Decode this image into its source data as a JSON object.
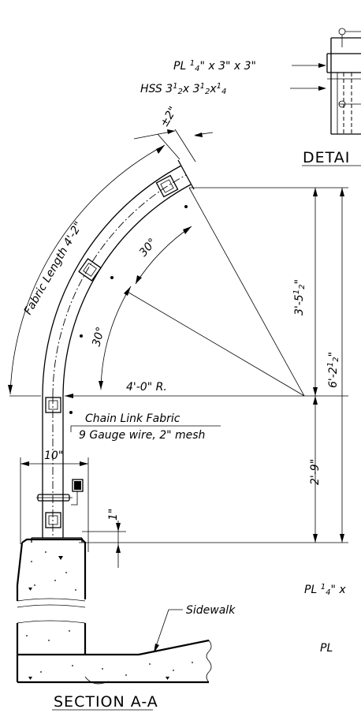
{
  "labels": {
    "plate_top": "PL 1/4\" x 3\" x 3\"",
    "hss": "HSS 3 1/2 x 3 1/2 x 1/4",
    "detail_title": "DETAI",
    "clearance": "±2\"",
    "fabric_length": "Fabric Length 4'-2\"",
    "angle_upper": "30°",
    "angle_lower": "30°",
    "radius": "4'-0\" R.",
    "dim_upper": "3'-5½\"",
    "dim_total": "6'-2½\"",
    "chain_link": "Chain Link Fabric",
    "wire_spec": "9 Gauge wire, 2\" mesh",
    "width_10": "10\"",
    "dim_1in": "1\"",
    "dim_lower": "2'-9\"",
    "plate_bottom": "PL 1/4\" x",
    "plate_bottom2": "PL",
    "sidewalk": "Sidewalk",
    "section_title": "SECTION A-A"
  },
  "parts": {
    "plate_top": {
      "pl": "PL",
      "t1": "1",
      "t2": "4",
      "rest": "\" x 3\" x 3\""
    },
    "hss": {
      "a": "HSS 3",
      "b": "1",
      "c": "2",
      "d": "x 3",
      "e": "1",
      "f": "2",
      "g": "x",
      "h": "1",
      "i": "4"
    },
    "dim_upper": {
      "a": "3'-5",
      "b": "1",
      "c": "2",
      "d": "\""
    },
    "dim_total": {
      "a": "6'-2",
      "b": "1",
      "c": "2",
      "d": "\""
    },
    "plate_bottom": {
      "pl": "PL",
      "t1": "1",
      "t2": "4",
      "rest": "\" x"
    }
  }
}
